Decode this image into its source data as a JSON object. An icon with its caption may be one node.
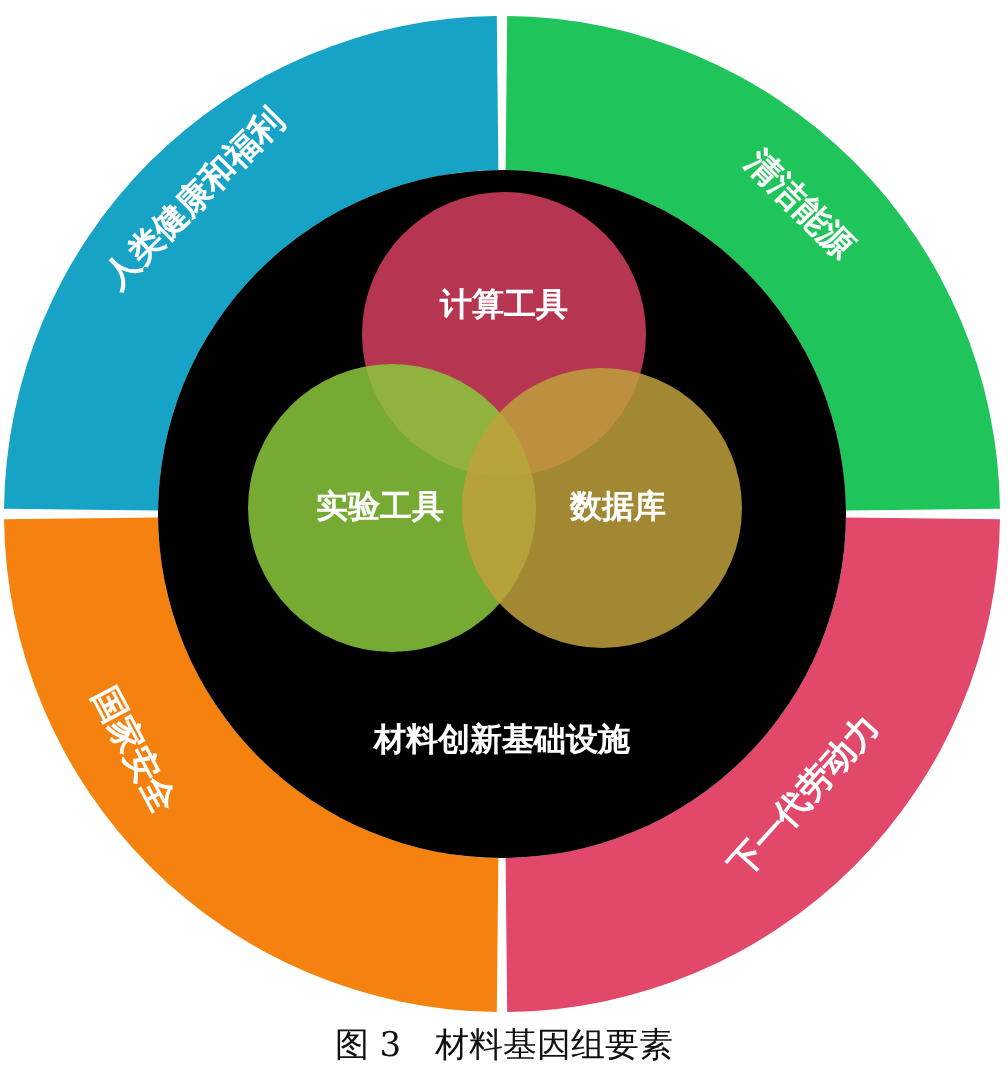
{
  "diagram": {
    "caption": "图 3　材料基因组要素",
    "nodes": [
      {
        "text": [
          "人类健康和福利"
        ]
      },
      {
        "text": [
          "清洁能源"
        ]
      },
      {
        "text": [
          "国家安全"
        ]
      },
      {
        "text": [
          "下一代劳动力"
        ]
      },
      {
        "text": [
          "材料创新基础设施"
        ]
      },
      {
        "text": [
          "计算工具"
        ],
        "in": 4
      },
      {
        "text": [
          "实验工具"
        ],
        "in": 4
      },
      {
        "text": [
          "数据库"
        ],
        "in": 4
      }
    ]
  }
}
